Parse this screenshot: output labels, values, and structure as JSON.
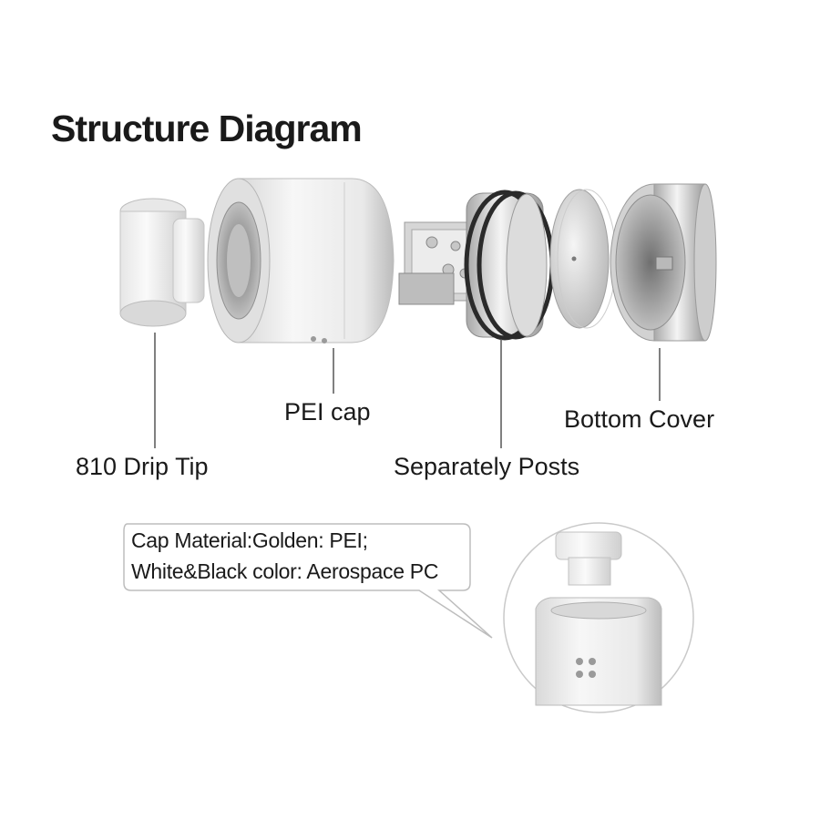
{
  "title": "Structure Diagram",
  "parts": {
    "drip_tip": "810 Drip Tip",
    "cap": "PEI cap",
    "posts": "Separately Posts",
    "bottom_cover": "Bottom Cover"
  },
  "callout": {
    "line1": "Cap Material:Golden: PEI;",
    "line2": "White&Black color: Aerospace PC"
  },
  "colors": {
    "text": "#1a1a1a",
    "metal_light": "#f2f2f2",
    "metal_mid": "#c8c8c8",
    "metal_dark": "#8a8a8a",
    "oring": "#2a2a2a",
    "leader": "#555555"
  }
}
